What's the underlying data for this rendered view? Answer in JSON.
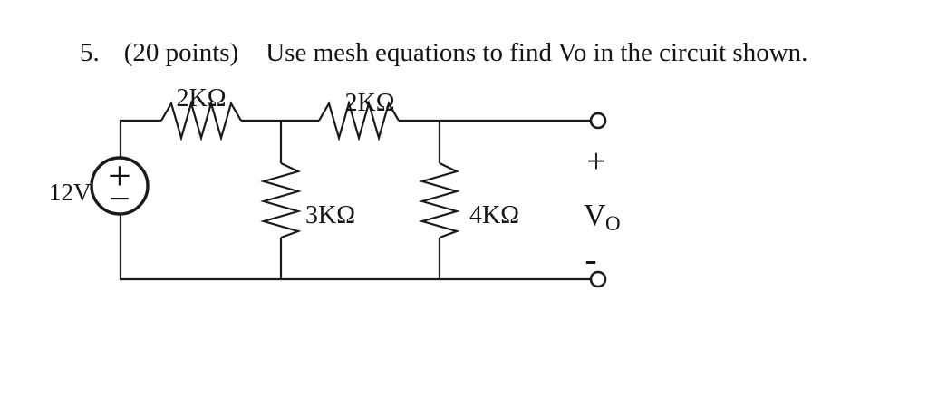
{
  "title": {
    "number": "5.",
    "points": "(20 points)",
    "text": "Use mesh equations to find Vo in the circuit shown."
  },
  "circuit": {
    "source": {
      "value": "12V",
      "plus": "+",
      "minus": "−"
    },
    "resistors": [
      {
        "id": "R1",
        "label": "2KΩ"
      },
      {
        "id": "R2",
        "label": "2KΩ"
      },
      {
        "id": "R3",
        "label": "3KΩ"
      },
      {
        "id": "R4",
        "label": "4KΩ"
      }
    ],
    "output": {
      "plus": "+",
      "minus": "-",
      "label": "V",
      "label_subscript": "O"
    }
  },
  "colors": {
    "ink": "#1a1a1a",
    "output_plus_gray": "#6e6e6e",
    "background": "#ffffff"
  }
}
